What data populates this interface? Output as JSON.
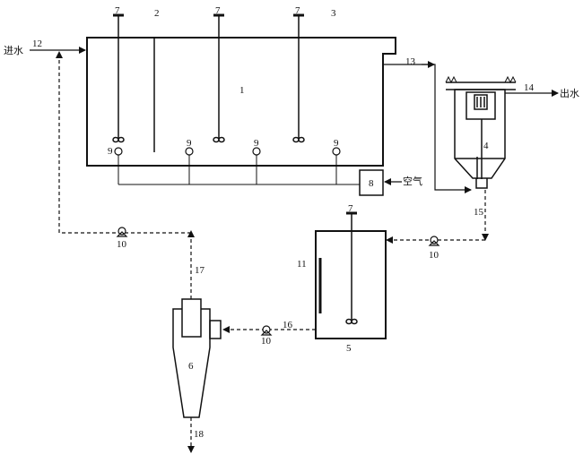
{
  "diagram": {
    "inflow_label": "进水",
    "outflow_label": "出水",
    "air_label": "空气",
    "numbers": {
      "n1": "1",
      "n2": "2",
      "n3": "3",
      "n4": "4",
      "n5": "5",
      "n6": "6",
      "n7a": "7",
      "n7b": "7",
      "n7c": "7",
      "n7d": "7",
      "n8": "8",
      "n9a": "9",
      "n9b": "9",
      "n9c": "9",
      "n9d": "9",
      "n10a": "10",
      "n10b": "10",
      "n10c": "10",
      "n11": "11",
      "n12": "12",
      "n13": "13",
      "n14": "14",
      "n15": "15",
      "n16": "16",
      "n17": "17",
      "n18": "18"
    }
  }
}
